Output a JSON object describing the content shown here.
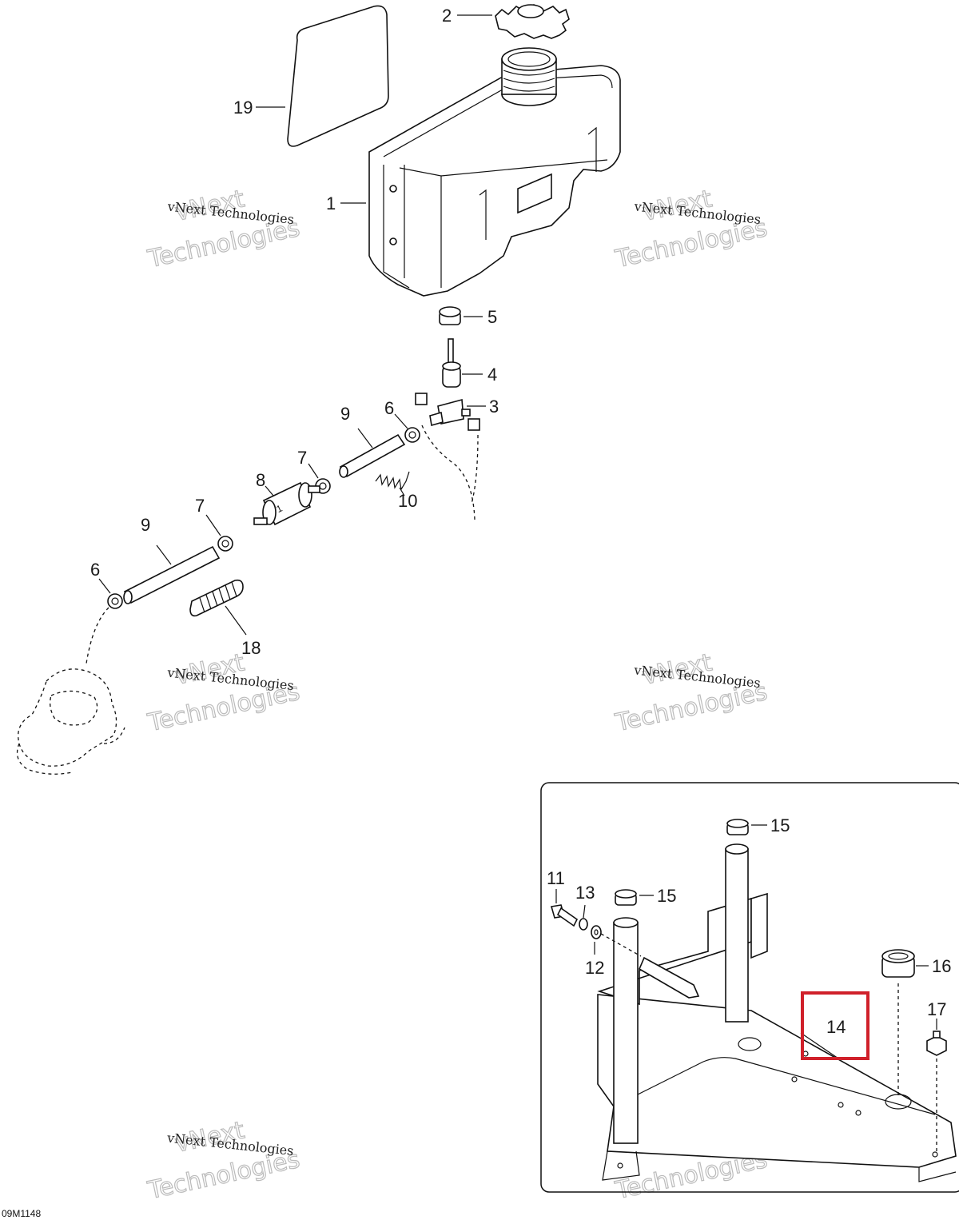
{
  "drawing_code": "09M1148",
  "watermark": {
    "line1": "vNext",
    "line2": "vNext Technologies",
    "line3": "Technologies"
  },
  "callouts": {
    "c1": "1",
    "c2": "2",
    "c3": "3",
    "c4": "4",
    "c5": "5",
    "c6a": "6",
    "c6b": "6",
    "c7a": "7",
    "c7b": "7",
    "c8": "8",
    "c9a": "9",
    "c9b": "9",
    "c10": "10",
    "c11": "11",
    "c12": "12",
    "c13": "13",
    "c14": "14",
    "c15a": "15",
    "c15b": "15",
    "c16": "16",
    "c17": "17",
    "c18": "18",
    "c19": "19"
  },
  "highlight": {
    "callout": "14",
    "color": "#d0202a"
  }
}
